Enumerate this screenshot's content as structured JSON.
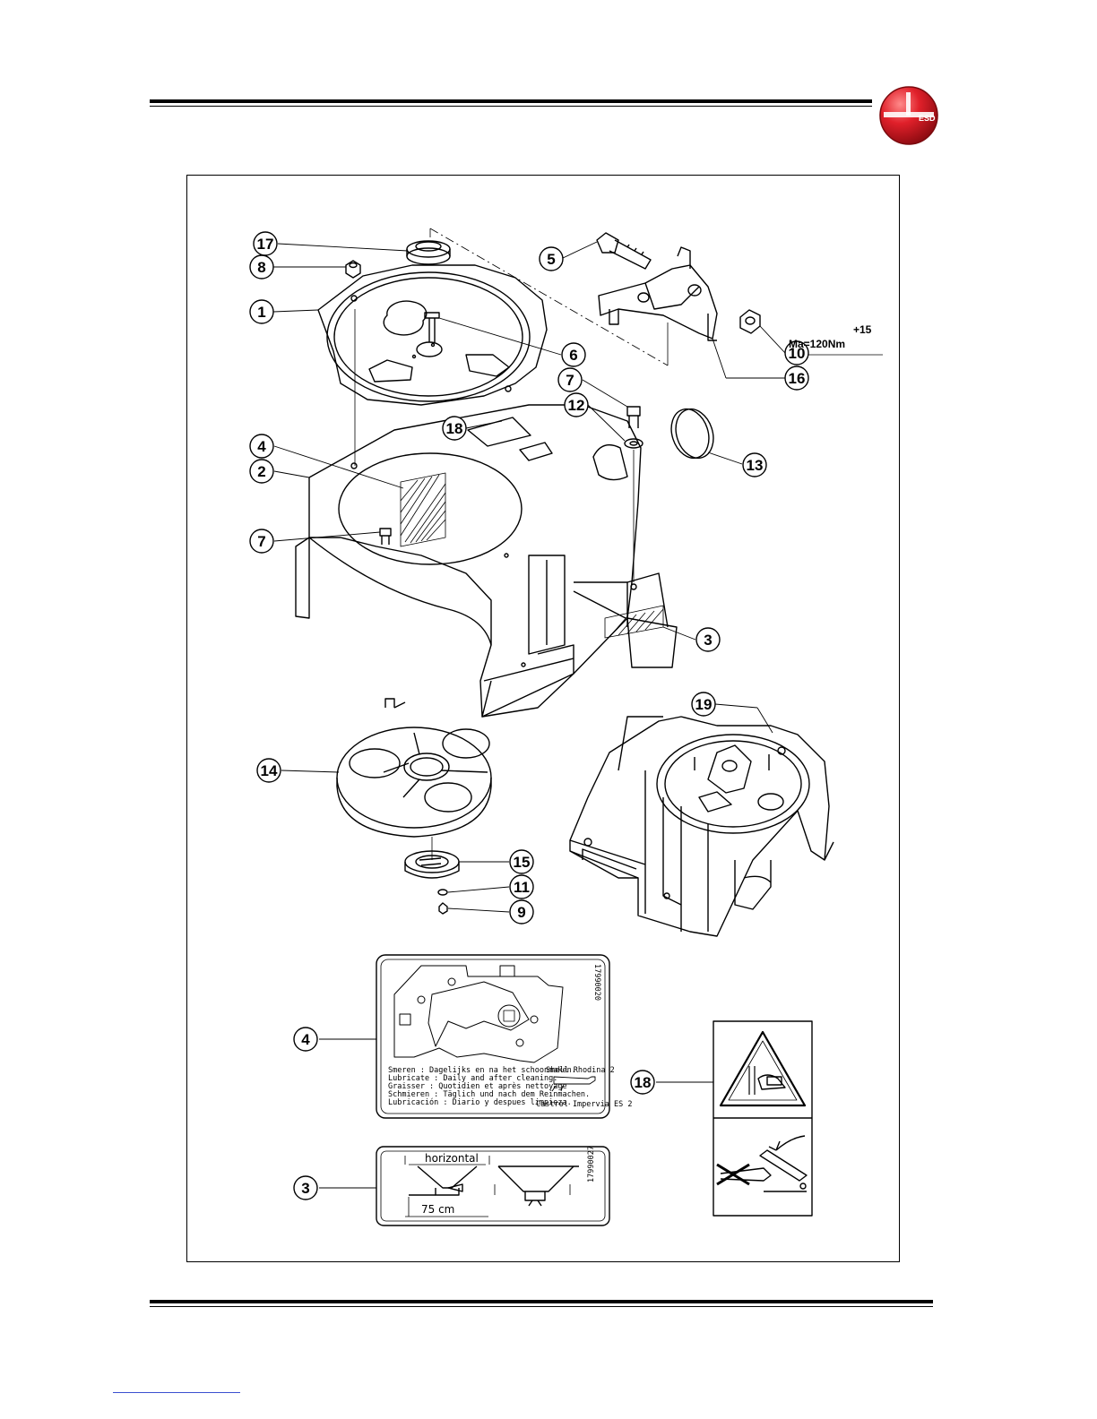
{
  "brand": {
    "accent_color": "#d4141c",
    "logo_icon": "red-disc-logo-icon"
  },
  "callouts": [
    "17",
    "8",
    "1",
    "5",
    "6",
    "10",
    "16",
    "7",
    "12",
    "18",
    "13",
    "4",
    "2",
    "7",
    "3",
    "19",
    "14",
    "15",
    "11",
    "9",
    "4",
    "18",
    "3"
  ],
  "torque": {
    "tolerance": "+15",
    "value": "Ma=120Nm"
  },
  "lube_label": {
    "code": "17990020",
    "lines": [
      "Smeren : Dagelijks en na het schoonmaken.",
      "Lubricate : Daily and after cleaning.",
      "Graisser : Quotidien et après nettoyage",
      "Schmieren : Täglich und nach dem Reinmachen.",
      "Lubricación : Diario y despues limpieza."
    ],
    "product_1": "Shell Rhodina 2",
    "product_2": "Castrol Impervia ES 2"
  },
  "level_label": {
    "code": "17990027",
    "horizontal": "horizontal",
    "height": "75 cm"
  }
}
